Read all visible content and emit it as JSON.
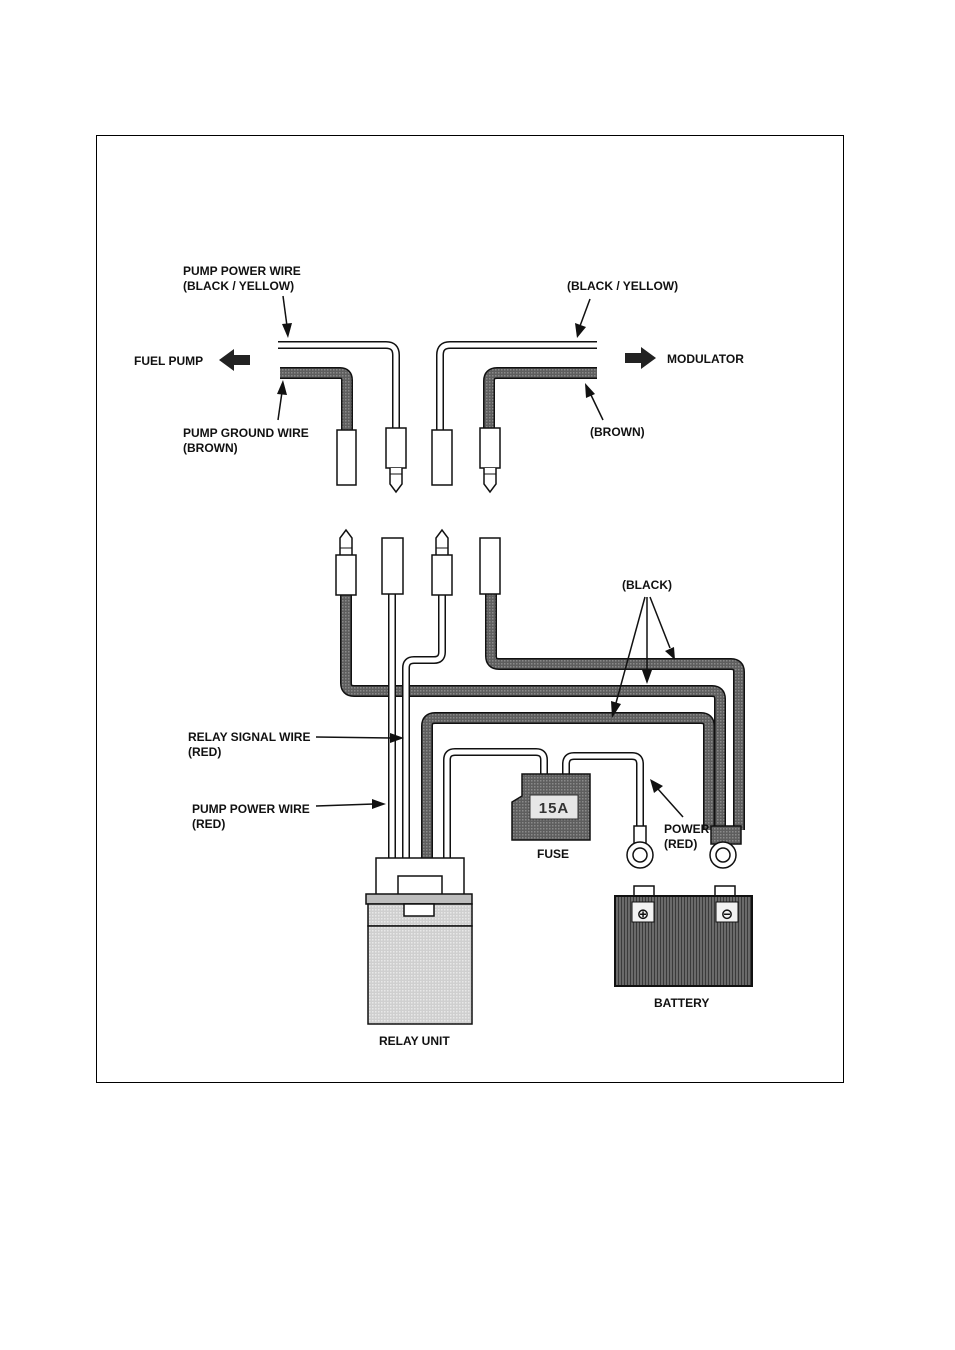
{
  "labels": {
    "pump_power_wire_top_1": "PUMP POWER WIRE",
    "pump_power_wire_top_2": "(BLACK / YELLOW)",
    "black_yellow_right": "(BLACK / YELLOW)",
    "fuel_pump": "FUEL PUMP",
    "modulator": "MODULATOR",
    "pump_ground_wire_1": "PUMP GROUND WIRE",
    "pump_ground_wire_2": "(BROWN)",
    "brown_right": "(BROWN)",
    "black": "(BLACK)",
    "relay_signal_wire_1": "RELAY SIGNAL WIRE",
    "relay_signal_wire_2": "(RED)",
    "pump_power_wire_bottom_1": "PUMP POWER WIRE",
    "pump_power_wire_bottom_2": "(RED)",
    "fuse": "FUSE",
    "fuse_rating": "15A",
    "power_1": "POWER",
    "power_2": "(RED)",
    "battery": "BATTERY",
    "battery_positive": "⊕",
    "battery_negative": "⊖",
    "relay_unit": "RELAY UNIT"
  }
}
